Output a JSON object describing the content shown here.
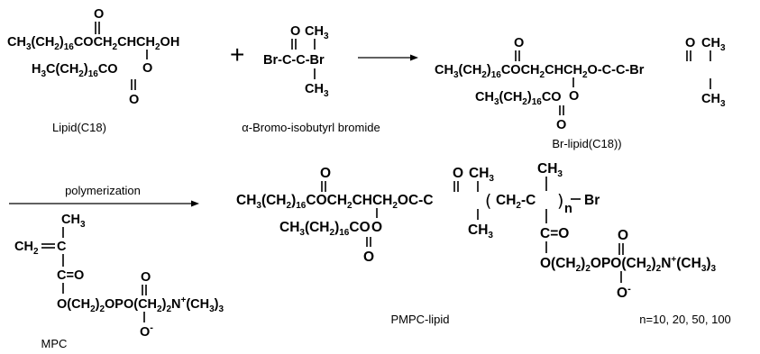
{
  "reaction1": {
    "lipid": {
      "line1": {
        "a": "CH",
        "a_sub": "3",
        "b": "(CH",
        "b_sub": "2",
        "c": ")",
        "c_sub": "16",
        "d": "COCH",
        "d_sub": "2",
        "e": "CHCH",
        "e_sub": "2",
        "f": "OH"
      },
      "line2": {
        "a": "H",
        "a_sub": "3",
        "b": "C(CH",
        "b_sub": "2",
        "c": ")",
        "c_sub": "16",
        "d": "CO"
      },
      "ester_oxygen": "O",
      "carbonyl_top": "O",
      "carbonyl_bottom": "O",
      "caption": "Lipid(C18)"
    },
    "plus": "+",
    "bromide": {
      "methyl_top": "CH",
      "methyl_top_sub": "3",
      "carbonyl": "O",
      "main": "Br-C-C-Br",
      "methyl_bottom": "CH",
      "methyl_bottom_sub": "3",
      "caption": "α-Bromo-isobutyrl bromide"
    },
    "product": {
      "line1": {
        "a": "CH",
        "a_sub": "3",
        "b": "(CH",
        "b_sub": "2",
        "c": ")",
        "c_sub": "16",
        "d": "COCH",
        "d_sub": "2",
        "e": "CHCH",
        "e_sub": "2",
        "f": "O-C-C-Br"
      },
      "line2": {
        "a": "CH",
        "a_sub": "3",
        "b": "(CH",
        "b_sub": "2",
        "c": ")",
        "c_sub": "16",
        "d": "CO"
      },
      "ester_oxygen": "O",
      "carbonyl_top": "O",
      "carbonyl_second": "O",
      "carbonyl_bottom": "O",
      "methyl_top": "CH",
      "methyl_top_sub": "3",
      "methyl_bottom": "CH",
      "methyl_bottom_sub": "3",
      "caption": "Br-lipid(C18))"
    }
  },
  "reaction2": {
    "arrow_label": "polymerization",
    "mpc": {
      "methyl": "CH",
      "methyl_sub": "3",
      "vinyl": "CH",
      "vinyl_sub": "2",
      "vinyl_c": "C",
      "carbonyl": "C=O",
      "chain": {
        "a": "O(CH",
        "a_sub": "2",
        "b": ")",
        "b_sub": "2",
        "c": "OPO(CH",
        "c_sub": "2",
        "d": ")",
        "d_sub": "2",
        "e": "N",
        "e_sup": "+",
        "f": "(CH",
        "f_sub": "3",
        "g": ")",
        "g_sub": "3"
      },
      "phosphoryl_o": "O",
      "phosphate_minus": "O",
      "minus_sign": "-",
      "caption": "MPC"
    },
    "pmpc": {
      "line1": {
        "a": "CH",
        "a_sub": "3",
        "b": "(CH",
        "b_sub": "2",
        "c": ")",
        "c_sub": "16",
        "d": "COCH",
        "d_sub": "2",
        "e": "CHCH",
        "e_sub": "2",
        "f": "OC-C",
        "g": "CH",
        "g_sub": "2",
        "h": "-C",
        "n": "n",
        "br": "Br"
      },
      "line2": {
        "a": "CH",
        "a_sub": "3",
        "b": "(CH",
        "b_sub": "2",
        "c": ")",
        "c_sub": "16",
        "d": "CO"
      },
      "ester_oxygen": "O",
      "carbonyl_top": "O",
      "carbonyl_second": "O",
      "carbonyl_bottom": "O",
      "methyl_top": "CH",
      "methyl_top_sub": "3",
      "methyl_bottom": "CH",
      "methyl_bottom_sub": "3",
      "methyl_repeat": "CH",
      "methyl_repeat_sub": "3",
      "side_carbonyl": "C=O",
      "side_chain": {
        "a": "O(CH",
        "a_sub": "2",
        "b": ")",
        "b_sub": "2",
        "c": "OPO(CH",
        "c_sub": "2",
        "d": ")",
        "d_sub": "2",
        "e": "N",
        "e_sup": "+",
        "f": "(CH",
        "f_sub": "3",
        "g": ")",
        "g_sub": "3"
      },
      "phosphoryl_o": "O",
      "phosphate_minus": "O",
      "minus_sign": "-",
      "caption": "PMPC-lipid",
      "degree_note": "n=10, 20, 50, 100"
    }
  }
}
